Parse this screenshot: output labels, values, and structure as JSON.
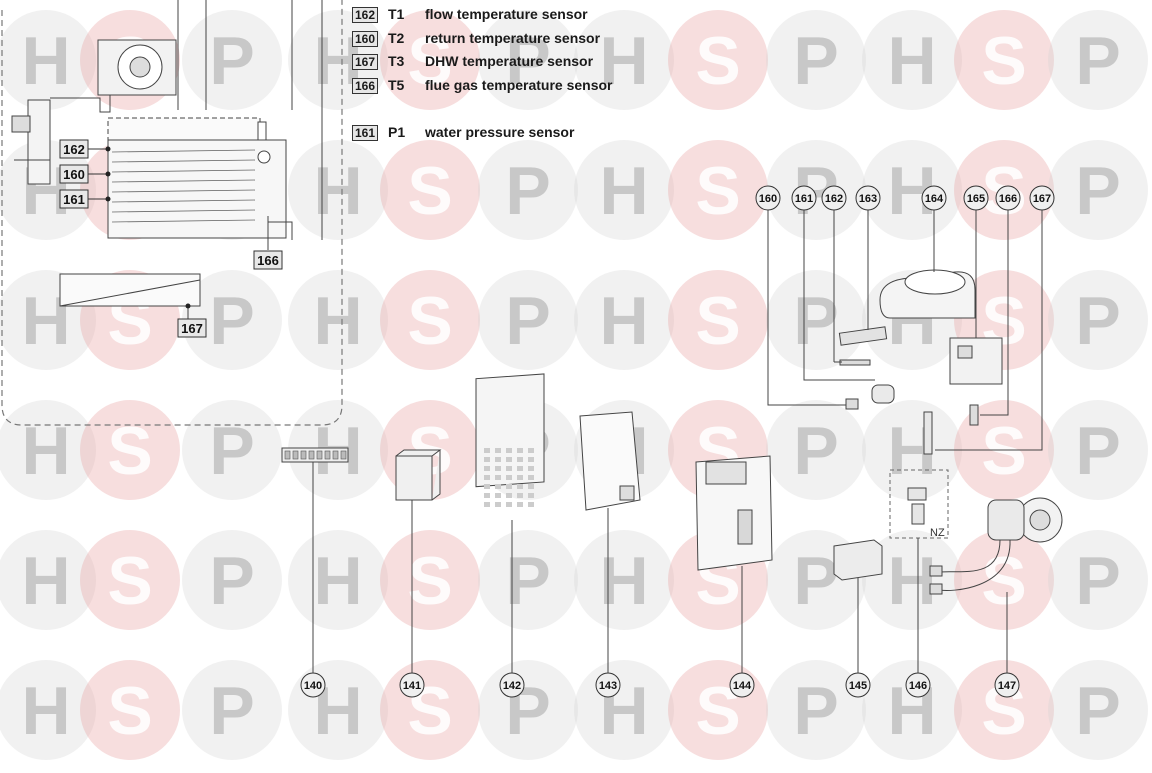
{
  "watermark": {
    "letters": [
      "H",
      "S",
      "P"
    ],
    "s_color": "#e8a0a0",
    "hp_color": "#d2d2d2"
  },
  "legend": [
    {
      "num": "162",
      "code": "T1",
      "desc": "flow temperature sensor"
    },
    {
      "num": "160",
      "code": "T2",
      "desc": "return temperature sensor"
    },
    {
      "num": "167",
      "code": "T3",
      "desc": "DHW temperature sensor"
    },
    {
      "num": "166",
      "code": "T5",
      "desc": "flue gas temperature sensor"
    },
    {
      "num": "161",
      "code": "P1",
      "desc": "water pressure sensor"
    }
  ],
  "inset_labels": [
    "162",
    "160",
    "161",
    "166",
    "167"
  ],
  "parts_top": [
    "160",
    "161",
    "162",
    "163",
    "164",
    "165",
    "166",
    "167"
  ],
  "parts_bottom": [
    "140",
    "141",
    "142",
    "143",
    "144",
    "145",
    "146",
    "147"
  ],
  "nz_label": "NZ"
}
